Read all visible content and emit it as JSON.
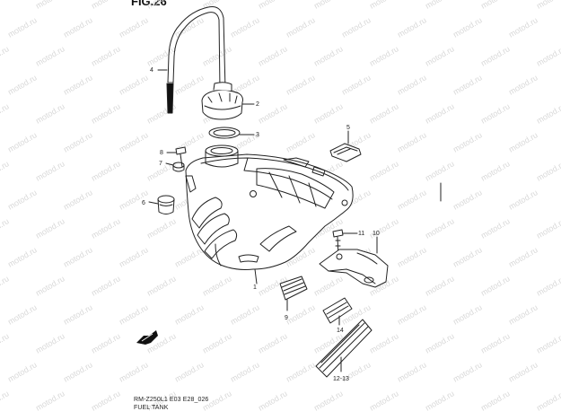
{
  "figure_title": "FIG.26",
  "watermark_text": "motod.ru",
  "callouts": {
    "c1": "1",
    "c2": "2",
    "c3": "3",
    "c4": "4",
    "c5": "5",
    "c6": "6",
    "c7": "7",
    "c8": "8",
    "c9": "9",
    "c10": "10",
    "c11": "11",
    "c12_13": "12-13",
    "c14": "14"
  },
  "caption": {
    "code": "RM-Z250L1 E03 E28_026",
    "name": "FUEL TANK"
  },
  "colors": {
    "line": "#222222",
    "watermark": "#d9d9d9"
  },
  "icons": {
    "front": "front-arrow-icon"
  }
}
